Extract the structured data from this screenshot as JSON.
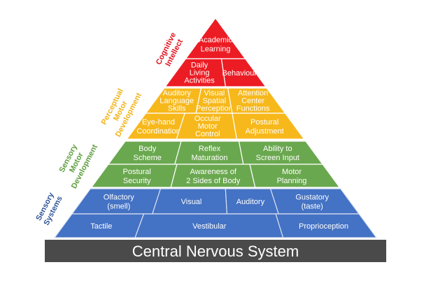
{
  "base": {
    "label": "Central Nervous System"
  },
  "colors": {
    "red": "#ec1c24",
    "yellow": "#f7b81b",
    "green": "#6aa84f",
    "blue": "#4472c4",
    "base": "#4a4a4a"
  },
  "levels": [
    {
      "name": "cognitive-intellect",
      "side_label": [
        "Cognitive",
        "Intellect"
      ],
      "side_color": "#e0101b",
      "color": "#ec1c24",
      "border": "#ffffff",
      "text_color": "#ffffff",
      "rows": [
        [
          {
            "lines": [
              "Academic",
              "Learning"
            ]
          }
        ],
        [
          {
            "lines": [
              "Daily",
              "Living",
              "Activities"
            ]
          },
          {
            "lines": [
              "Behaviour"
            ]
          }
        ]
      ]
    },
    {
      "name": "perceptual-motor-development",
      "side_label": [
        "Perceptual",
        "Motor",
        "Development"
      ],
      "side_color": "#f2b418",
      "color": "#f7b81b",
      "border": "#ffffff",
      "text_color": "#ffffff",
      "rows": [
        [
          {
            "lines": [
              "Auditory",
              "Language",
              "Skills"
            ]
          },
          {
            "lines": [
              "Visual",
              "Spatial",
              "Perception"
            ]
          },
          {
            "lines": [
              "Attention",
              "Center",
              "Functions"
            ]
          }
        ],
        [
          {
            "lines": [
              "Eye-hand",
              "Coordination"
            ]
          },
          {
            "lines": [
              "Occular",
              "Motor",
              "Control"
            ]
          },
          {
            "lines": [
              "Postural",
              "Adjustment"
            ]
          }
        ]
      ]
    },
    {
      "name": "sensory-motor-development",
      "side_label": [
        "Sensory",
        "Motor",
        "Development"
      ],
      "side_color": "#5e9e3e",
      "color": "#6aa84f",
      "border": "#ffffff",
      "text_color": "#ffffff",
      "rows": [
        [
          {
            "lines": [
              "Body",
              "Scheme"
            ]
          },
          {
            "lines": [
              "Reflex",
              "Maturation"
            ]
          },
          {
            "lines": [
              "Ability to",
              "Screen Input"
            ]
          }
        ],
        [
          {
            "lines": [
              "Postural",
              "Security"
            ]
          },
          {
            "lines": [
              "Awareness of",
              "2 Sides of Body"
            ]
          },
          {
            "lines": [
              "Motor",
              "Planning"
            ]
          }
        ]
      ]
    },
    {
      "name": "sensory-systems",
      "side_label": [
        "Sensory",
        "Systems"
      ],
      "side_color": "#2f5597",
      "color": "#4472c4",
      "border": "#d9e2f3",
      "text_color": "#ffffff",
      "rows": [
        [
          {
            "lines": [
              "Olfactory",
              "(smell)"
            ]
          },
          {
            "lines": [
              "Visual"
            ]
          },
          {
            "lines": [
              "Auditory"
            ]
          },
          {
            "lines": [
              "Gustatory",
              "(taste)"
            ]
          }
        ],
        [
          {
            "lines": [
              "Tactile"
            ]
          },
          {
            "lines": [
              "Vestibular"
            ]
          },
          {
            "lines": [
              "Proprioception"
            ]
          }
        ]
      ]
    }
  ]
}
